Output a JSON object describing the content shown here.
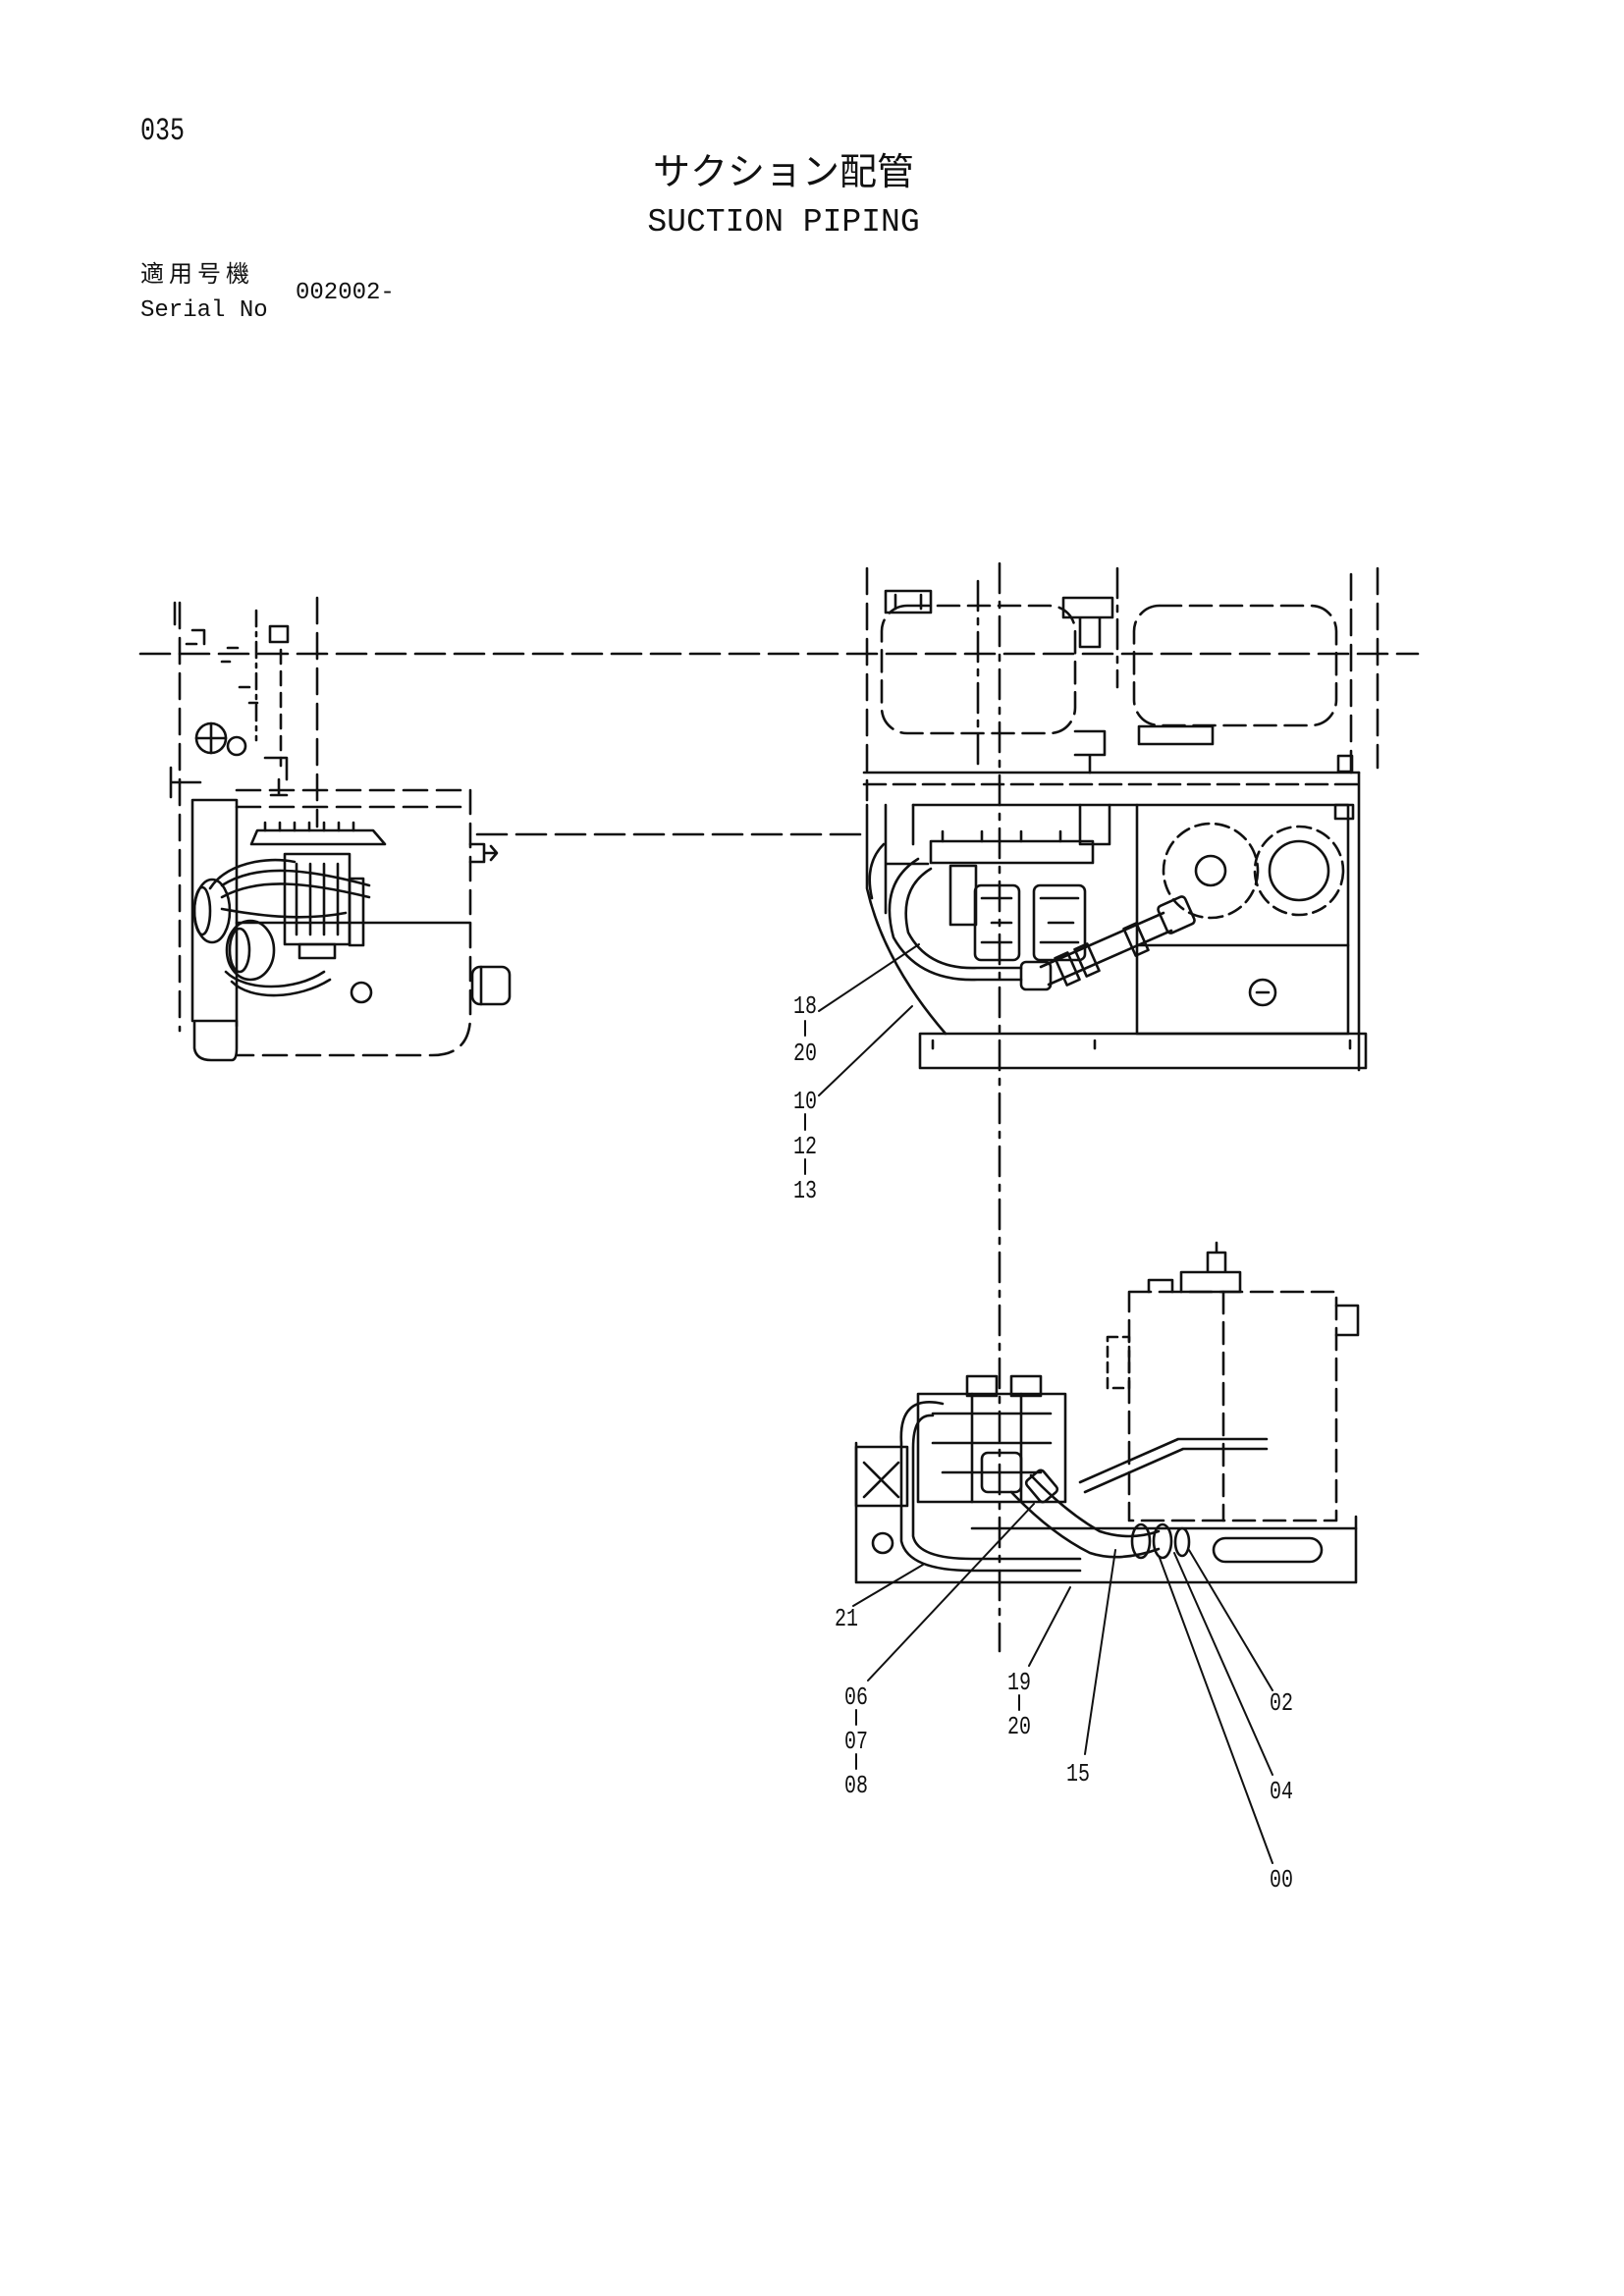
{
  "header": {
    "page_number": "035",
    "title_ja": "サクション配管",
    "title_en": "SUCTION PIPING",
    "serial_label_ja": "適用号機",
    "serial_label_en": "Serial No",
    "serial_value": "002002-"
  },
  "callouts": [
    {
      "numbers": [
        "18",
        "20"
      ]
    },
    {
      "numbers": [
        "10",
        "12",
        "13"
      ]
    },
    {
      "numbers": [
        "21"
      ]
    },
    {
      "numbers": [
        "06",
        "07",
        "08"
      ]
    },
    {
      "numbers": [
        "19",
        "20"
      ]
    },
    {
      "numbers": [
        "15"
      ]
    },
    {
      "numbers": [
        "02"
      ]
    },
    {
      "numbers": [
        "04"
      ]
    },
    {
      "numbers": [
        "00"
      ]
    }
  ]
}
